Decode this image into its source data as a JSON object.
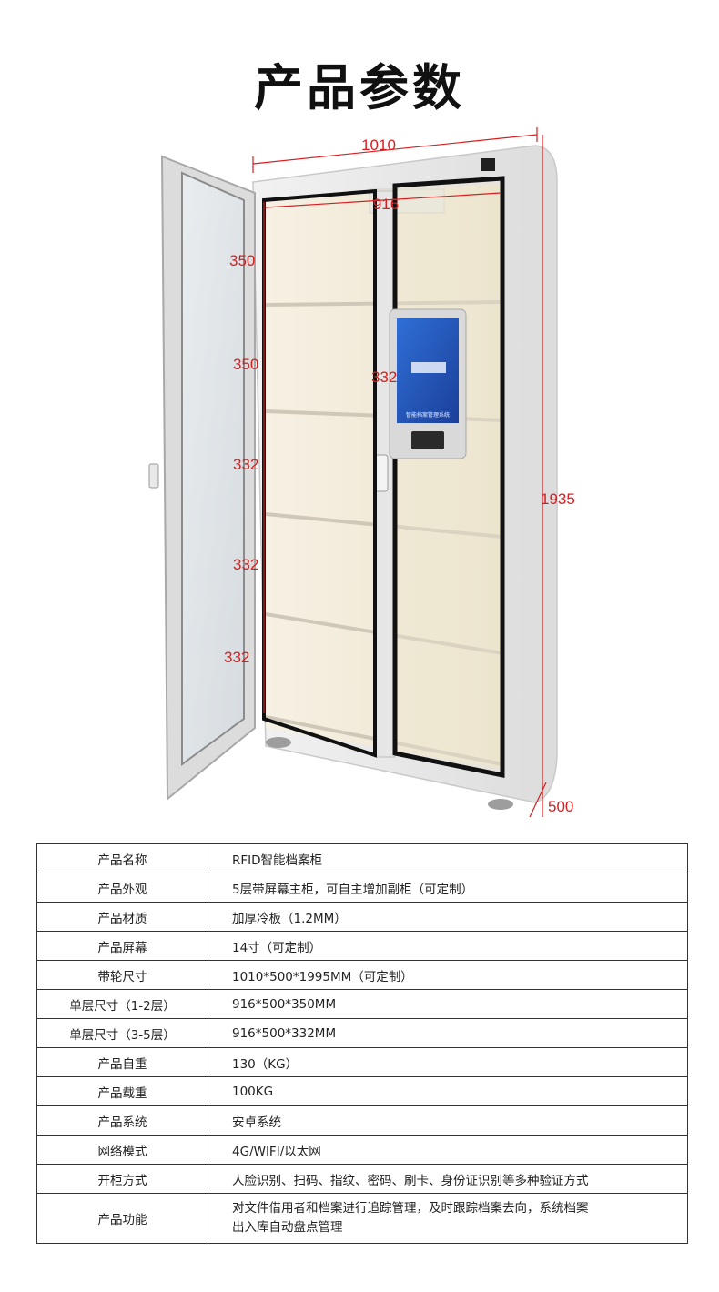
{
  "page": {
    "title": "产品参数"
  },
  "figure": {
    "dimensions": {
      "width_outer": "1010",
      "width_inner": "916",
      "height": "1935",
      "depth": "500",
      "layer1": "350",
      "layer2": "350",
      "layer3": "332",
      "layer4": "332",
      "layer5": "332",
      "screen": "332"
    },
    "screen_caption": "智能档案管理系统"
  },
  "spec_table": {
    "rows": [
      {
        "label": "产品名称",
        "value": "RFID智能档案柜"
      },
      {
        "label": "产品外观",
        "value": "5层带屏幕主柜，可自主增加副柜（可定制）"
      },
      {
        "label": "产品材质",
        "value": "加厚冷板（1.2MM）"
      },
      {
        "label": "产品屏幕",
        "value": "14寸（可定制）"
      },
      {
        "label": "带轮尺寸",
        "value": "1010*500*1995MM（可定制）"
      },
      {
        "label": "单层尺寸（1-2层）",
        "value": "916*500*350MM"
      },
      {
        "label": "单层尺寸（3-5层）",
        "value": "916*500*332MM"
      },
      {
        "label": "产品自重",
        "value": "130（KG）"
      },
      {
        "label": "产品载重",
        "value": "100KG"
      },
      {
        "label": "产品系统",
        "value": "安卓系统"
      },
      {
        "label": "网络模式",
        "value": "4G/WIFI/以太网"
      },
      {
        "label": "开柜方式",
        "value": "人脸识别、扫码、指纹、密码、刷卡、身份证识别等多种验证方式"
      }
    ],
    "last_row": {
      "label": "产品功能",
      "line1": "对文件借用者和档案进行追踪管理，及时跟踪档案去向，系统档案",
      "line2": "出入库自动盘点管理"
    }
  }
}
